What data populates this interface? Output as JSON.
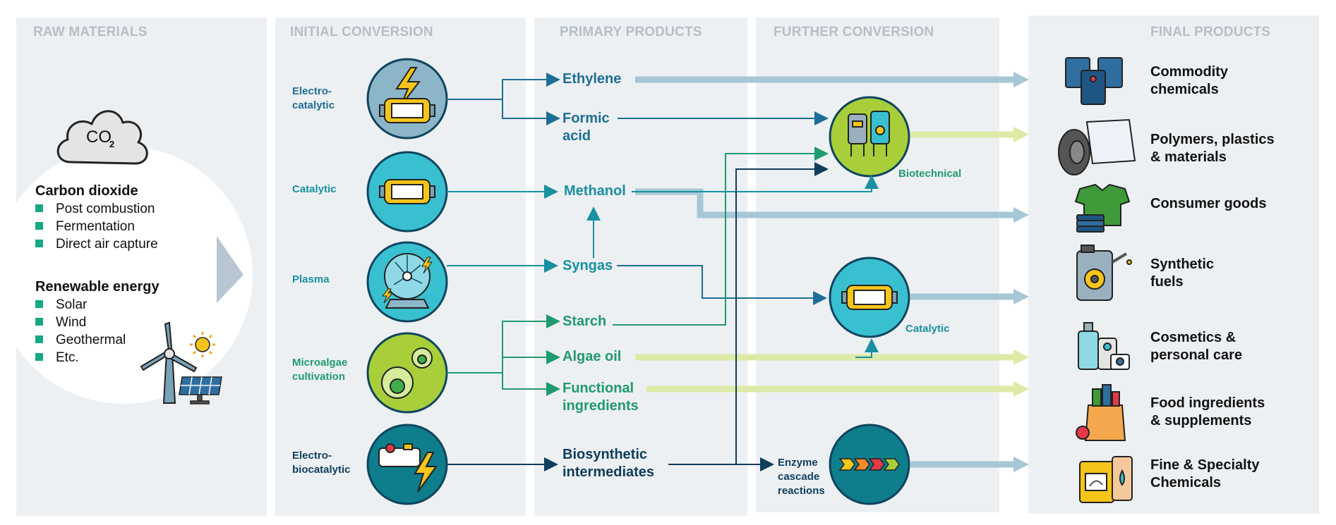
{
  "columns": {
    "raw": "RAW MATERIALS",
    "initial": "INITIAL CONVERSION",
    "primary": "PRIMARY PRODUCTS",
    "further": "FURTHER CONVERSION",
    "final": "FINAL PRODUCTS"
  },
  "raw_materials": {
    "co2_symbol": "CO",
    "co2_subscript": "2",
    "carbon_title": "Carbon dioxide",
    "carbon_items": [
      "Post combustion",
      "Fermentation",
      "Direct air capture"
    ],
    "energy_title": "Renewable energy",
    "energy_items": [
      "Solar",
      "Wind",
      "Geothermal",
      "Etc."
    ]
  },
  "initial_conversion": [
    {
      "label": "Electro-\ncatalytic",
      "icon": "battery-lightning-icon"
    },
    {
      "label": "Catalytic",
      "icon": "reactor-icon"
    },
    {
      "label": "Plasma",
      "icon": "plasma-ball-icon"
    },
    {
      "label": "Microalgae\ncultivation",
      "icon": "microalgae-cells-icon"
    },
    {
      "label": "Electro-\nbiocatalytic",
      "icon": "bioreactor-lightning-icon"
    }
  ],
  "primary_products": {
    "ethylene": "Ethylene",
    "formic_acid": "Formic\nacid",
    "methanol": "Methanol",
    "syngas": "Syngas",
    "starch": "Starch",
    "algae_oil": "Algae oil",
    "functional_ingredients": "Functional\ningredients",
    "biosynthetic_intermediates": "Biosynthetic\nintermediates"
  },
  "further_conversion": {
    "biotechnical": "Biotechnical",
    "catalytic": "Catalytic",
    "enzyme": "Enzyme\ncascade\nreactions"
  },
  "final_products": [
    {
      "label": "Commodity\nchemicals",
      "icon": "barrels-icon"
    },
    {
      "label": "Polymers, plastics\n& materials",
      "icon": "tire-and-film-icon"
    },
    {
      "label": "Consumer goods",
      "icon": "clothing-icon"
    },
    {
      "label": "Synthetic\nfuels",
      "icon": "fuel-canister-icon"
    },
    {
      "label": "Cosmetics &\npersonal care",
      "icon": "cosmetics-bottles-icon"
    },
    {
      "label": "Food ingredients\n& supplements",
      "icon": "grocery-bag-icon"
    },
    {
      "label": "Fine & Specialty\nChemicals",
      "icon": "chemical-canisters-icon"
    }
  ],
  "colors": {
    "dark_blue": "#1d6e96",
    "teal": "#1790a0",
    "green": "#1f9a6e",
    "navy": "#0f3d5c",
    "light_blue_arrow": "#a5c7d6",
    "light_green_arrow": "#dceaa6",
    "column_bg": "#edf0f3"
  }
}
